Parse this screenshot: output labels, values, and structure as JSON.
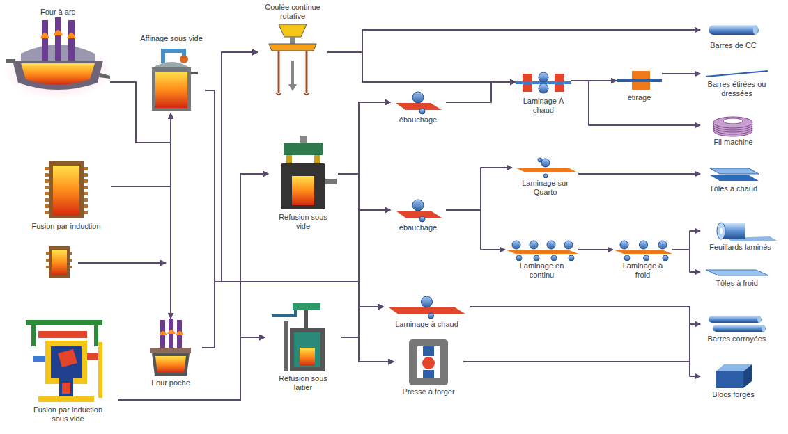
{
  "diagram": {
    "nodes": [
      {
        "text": [
          "Four à arc"
        ]
      },
      {
        "text": [
          "Affinage sous vide"
        ]
      },
      {
        "text": [
          "Fusion par induction"
        ]
      },
      {
        "text": [
          "Fusion par induction sous vide"
        ]
      },
      {
        "text": [
          "Four poche"
        ]
      },
      {
        "text": [
          "Coulée continue rotative"
        ]
      },
      {
        "text": [
          "Refusion sous vide"
        ]
      },
      {
        "text": [
          "Refusion sous laitier"
        ]
      },
      {
        "text": [
          "ébauchage"
        ]
      },
      {
        "text": [
          "ébauchage"
        ]
      },
      {
        "text": [
          "Laminage à chaud"
        ]
      },
      {
        "text": [
          "Presse à forger"
        ]
      },
      {
        "text": [
          "Laminage À chaud"
        ]
      },
      {
        "text": [
          "étirage"
        ]
      },
      {
        "text": [
          "Laminage sur Quarto"
        ]
      },
      {
        "text": [
          "Laminage en continu"
        ]
      },
      {
        "text": [
          "Laminage à froid"
        ]
      },
      {
        "text": [
          "Barres de CC"
        ]
      },
      {
        "text": [
          "Barres étirées ou dressées"
        ]
      },
      {
        "text": [
          "Fil machine"
        ]
      },
      {
        "text": [
          "Tôles à chaud"
        ]
      },
      {
        "text": [
          "Feuillards laminés"
        ]
      },
      {
        "text": [
          "Tôles à froid"
        ]
      },
      {
        "text": [
          "Barres corroyées"
        ]
      },
      {
        "text": [
          "Blocs forgés"
        ]
      }
    ],
    "edges": [
      {
        "from": 0,
        "to": 1,
        "arrow": "to"
      },
      {
        "from": 2,
        "to": 1,
        "arrow": "to"
      },
      {
        "from": 1,
        "to": 4,
        "arrow": "both"
      },
      {
        "from": 1,
        "to": 5,
        "arrow": "to"
      },
      {
        "from": 1,
        "to": 6,
        "arrow": "to"
      },
      {
        "from": 1,
        "to": 7,
        "arrow": "to"
      },
      {
        "from": 1,
        "to": 8,
        "arrow": "to"
      },
      {
        "from": 1,
        "to": 9,
        "arrow": "to"
      },
      {
        "from": 1,
        "to": 10,
        "arrow": "to"
      },
      {
        "from": 1,
        "to": 11,
        "arrow": "to"
      },
      {
        "from": 4,
        "to": 5,
        "arrow": "to"
      },
      {
        "from": 4,
        "to": 6,
        "arrow": "to"
      },
      {
        "from": 4,
        "to": 7,
        "arrow": "to"
      },
      {
        "from": 4,
        "to": 8,
        "arrow": "to"
      },
      {
        "from": 4,
        "to": 9,
        "arrow": "to"
      },
      {
        "from": 4,
        "to": 10,
        "arrow": "to"
      },
      {
        "from": 4,
        "to": 11,
        "arrow": "to"
      },
      {
        "from": 3,
        "to": 5,
        "arrow": "to"
      },
      {
        "from": 3,
        "to": 6,
        "arrow": "to"
      },
      {
        "from": 3,
        "to": 7,
        "arrow": "to"
      },
      {
        "from": 3,
        "to": 8,
        "arrow": "to"
      },
      {
        "from": 3,
        "to": 9,
        "arrow": "to"
      },
      {
        "from": 3,
        "to": 10,
        "arrow": "to"
      },
      {
        "from": 3,
        "to": 11,
        "arrow": "to"
      },
      {
        "from": 6,
        "to": 8,
        "arrow": "to"
      },
      {
        "from": 6,
        "to": 9,
        "arrow": "to"
      },
      {
        "from": 6,
        "to": 10,
        "arrow": "to"
      },
      {
        "from": 6,
        "to": 11,
        "arrow": "to"
      },
      {
        "from": 7,
        "to": 8,
        "arrow": "to"
      },
      {
        "from": 7,
        "to": 9,
        "arrow": "to"
      },
      {
        "from": 7,
        "to": 10,
        "arrow": "to"
      },
      {
        "from": 7,
        "to": 11,
        "arrow": "to"
      },
      {
        "from": 5,
        "to": 17,
        "arrow": "to"
      },
      {
        "from": 5,
        "to": 12,
        "arrow": "to"
      },
      {
        "from": 8,
        "to": 12,
        "arrow": "to"
      },
      {
        "from": 12,
        "to": 13,
        "arrow": "to"
      },
      {
        "from": 12,
        "to": 19,
        "arrow": "to"
      },
      {
        "from": 13,
        "to": 18,
        "arrow": "to"
      },
      {
        "from": 9,
        "to": 14,
        "arrow": "to"
      },
      {
        "from": 9,
        "to": 15,
        "arrow": "to"
      },
      {
        "from": 14,
        "to": 20,
        "arrow": "to"
      },
      {
        "from": 15,
        "to": 16,
        "arrow": "to"
      },
      {
        "from": 16,
        "to": 21,
        "arrow": "to"
      },
      {
        "from": 16,
        "to": 22,
        "arrow": "to"
      },
      {
        "from": 10,
        "to": 23,
        "arrow": "to"
      },
      {
        "from": 11,
        "to": 23,
        "arrow": "to"
      },
      {
        "from": 11,
        "to": 24,
        "arrow": "to"
      }
    ]
  }
}
